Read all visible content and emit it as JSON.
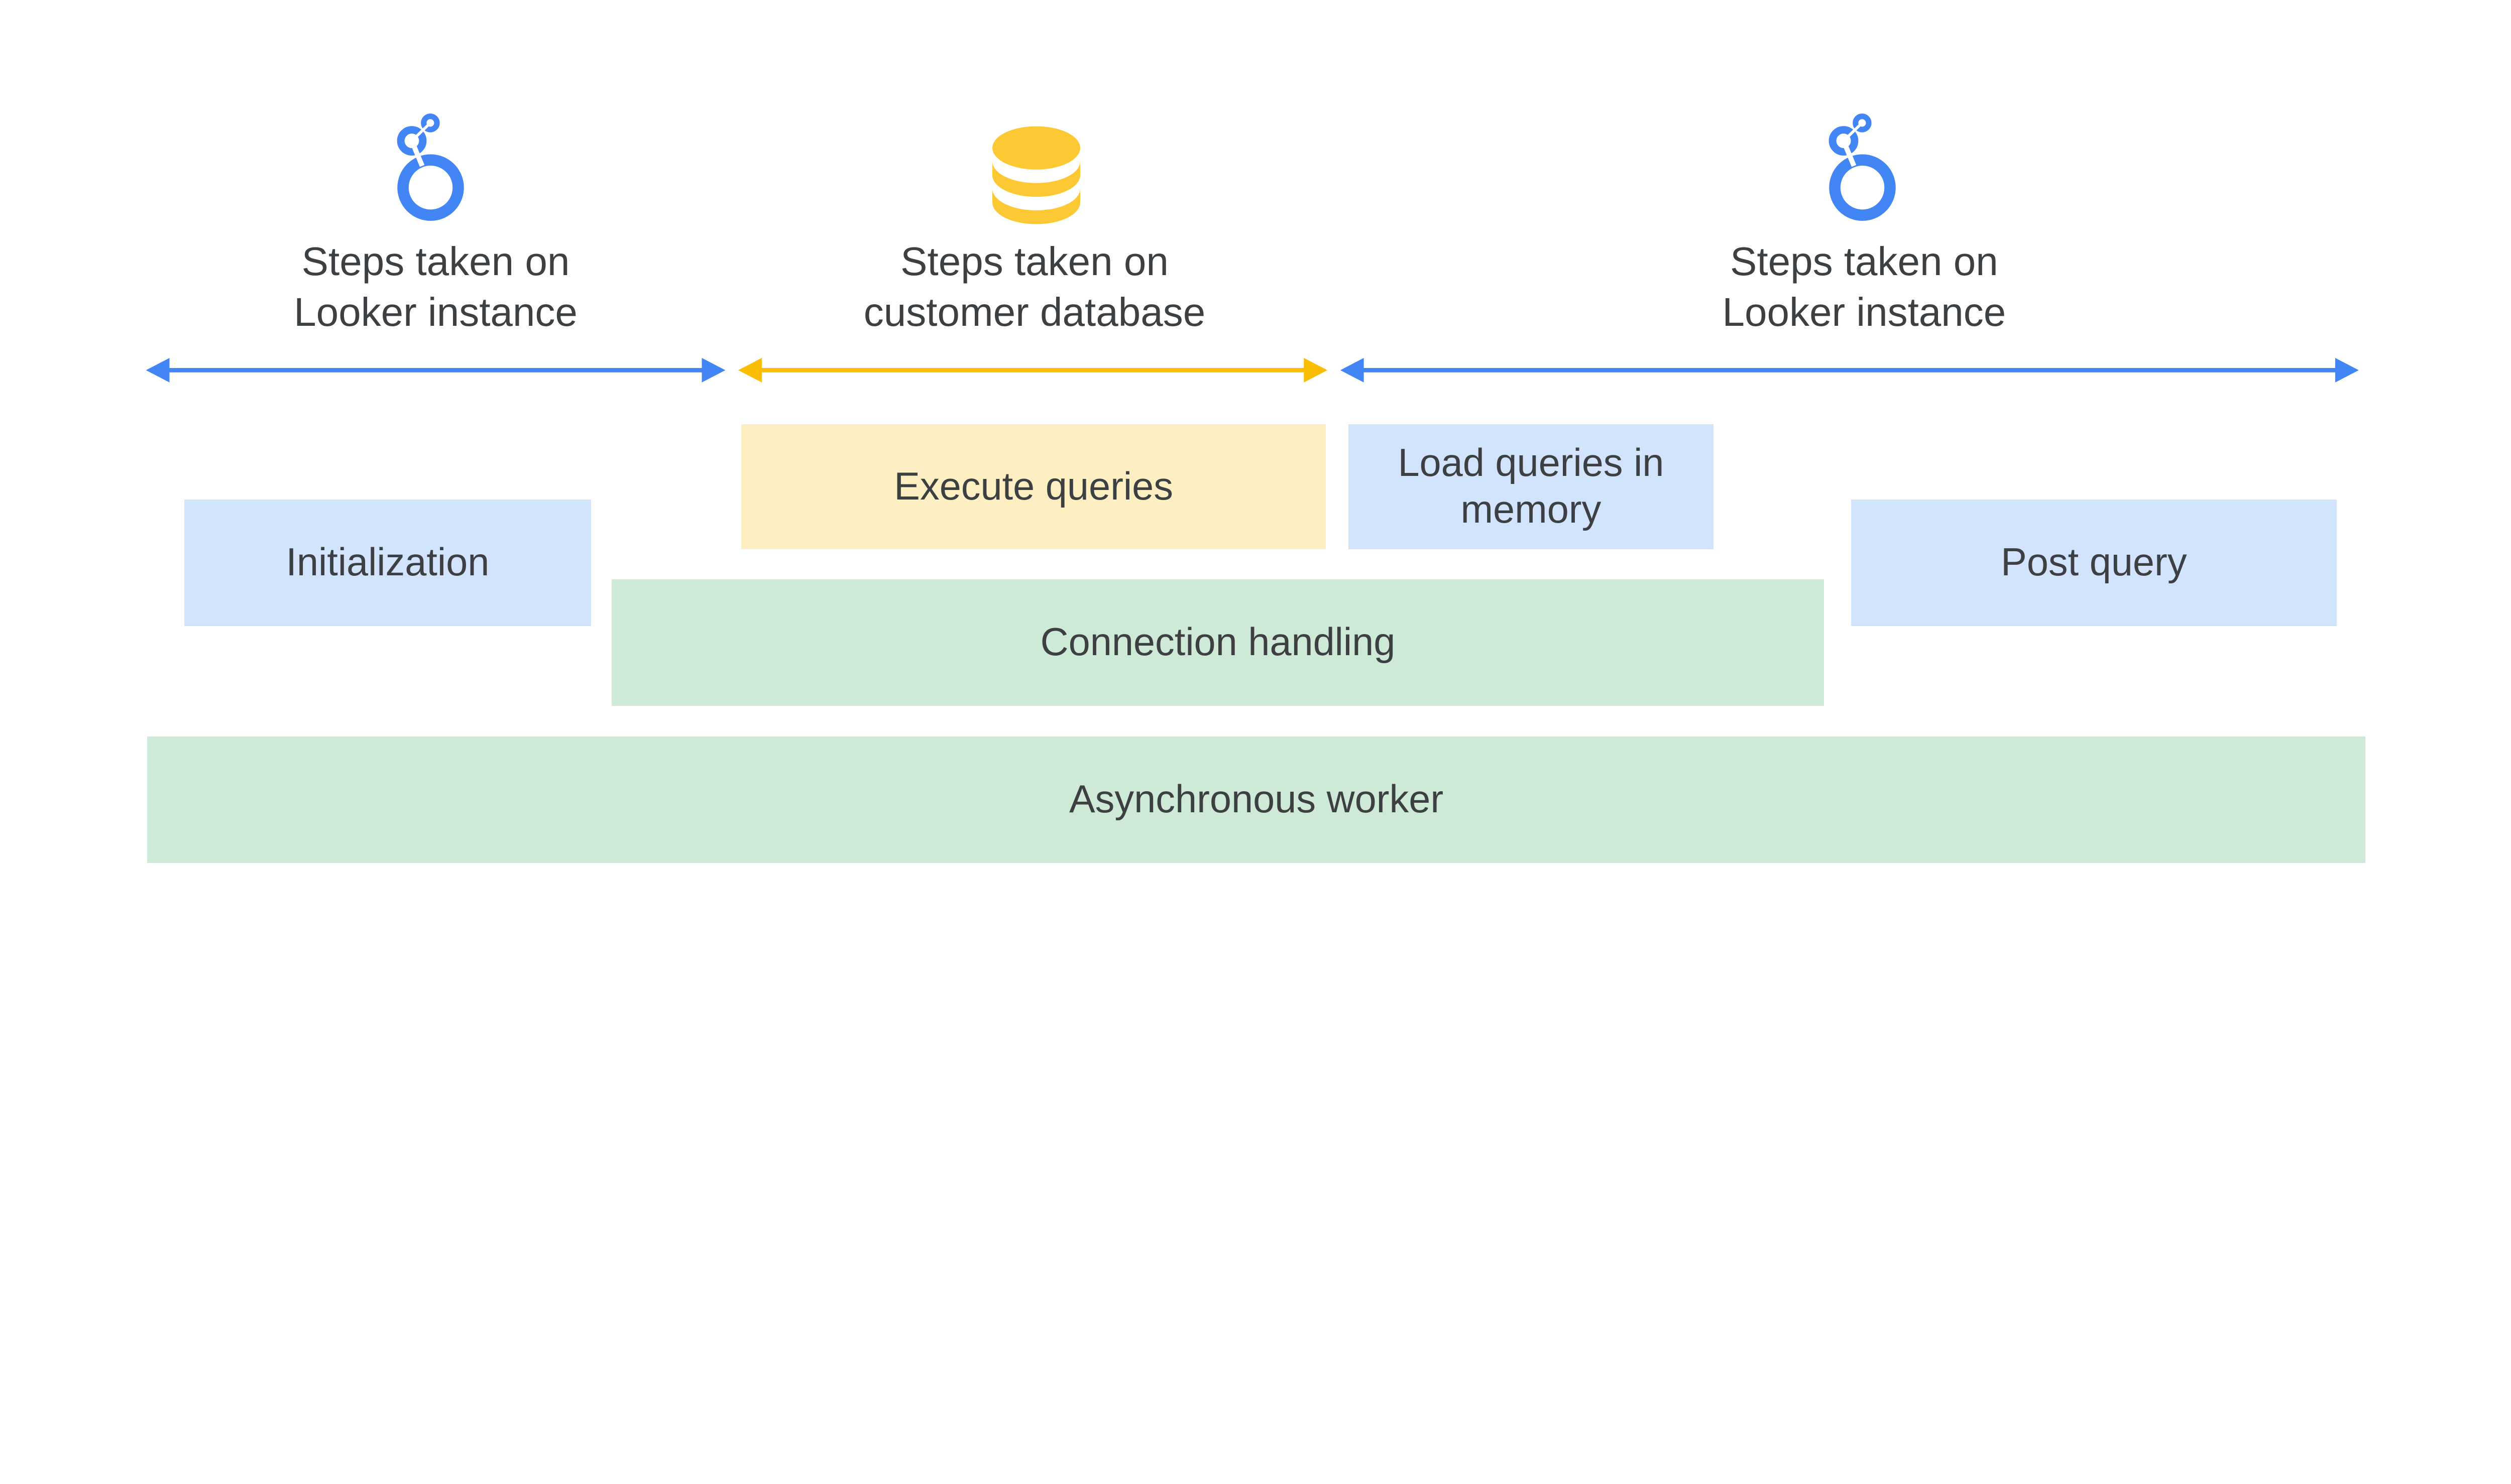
{
  "colors": {
    "looker_blue": "#4285F4",
    "database_yellow": "#FCC934",
    "arrow_yellow": "#FBBC04",
    "box_blue": "#D2E3FC",
    "box_yellow": "#FEEFC3",
    "box_green": "#CEEAD6",
    "text": "#3C4043"
  },
  "sections": [
    {
      "icon": "looker-logo-icon",
      "line1": "Steps taken on",
      "line2": "Looker instance"
    },
    {
      "icon": "database-icon",
      "line1": "Steps taken on",
      "line2": "customer database"
    },
    {
      "icon": "looker-logo-icon",
      "line1": "Steps taken on",
      "line2": "Looker instance"
    }
  ],
  "boxes": {
    "initialization": "Initialization",
    "execute_queries": "Execute queries",
    "load_queries": "Load queries in memory",
    "post_query": "Post query",
    "connection_handling": "Connection handling",
    "async_worker": "Asynchronous worker"
  }
}
